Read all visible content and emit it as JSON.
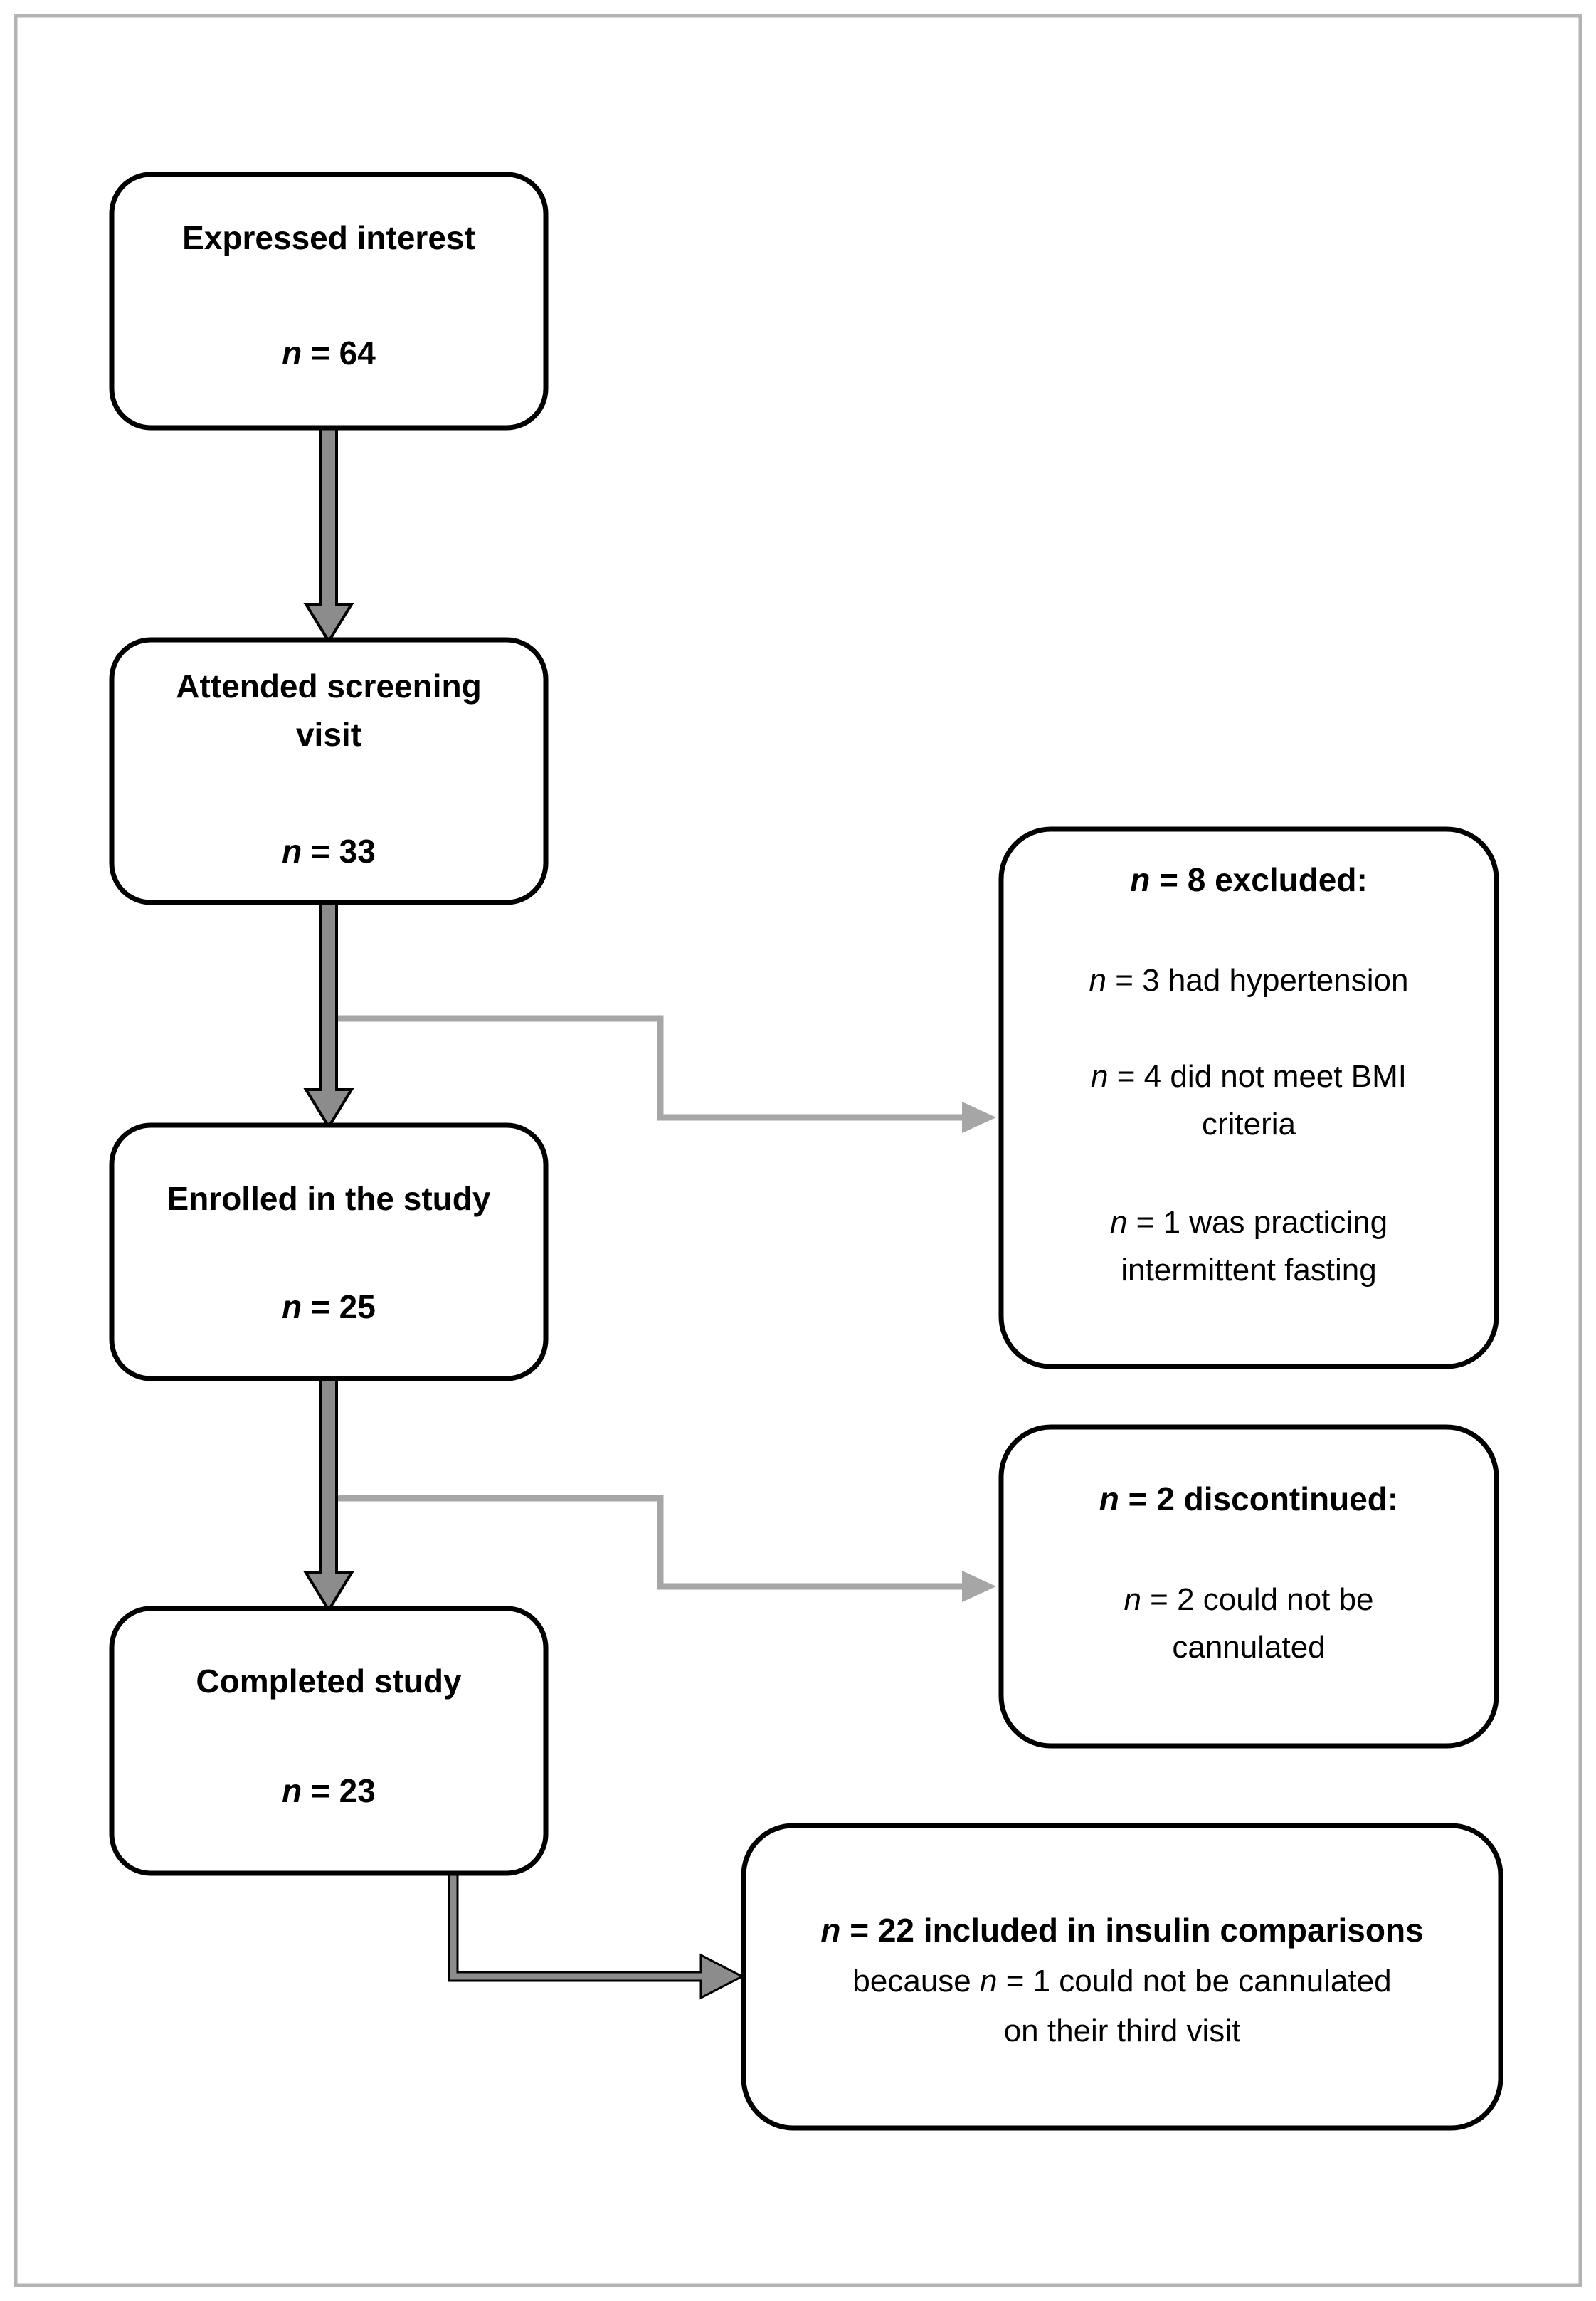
{
  "diagram": {
    "type": "participant-flow-chart",
    "colors": {
      "background": "#ffffff",
      "page_border": "#b3b3b3",
      "box_border": "#000000",
      "box_fill": "#ffffff",
      "text": "#000000",
      "main_arrow_fill": "#8c8c8c",
      "main_arrow_outline": "#000000",
      "branch_arrow": "#a6a6a6"
    },
    "boxes": {
      "expressed_interest": {
        "title": "Expressed interest",
        "n": "n",
        "value": " = 64"
      },
      "attended_screening": {
        "title_line1": "Attended screening",
        "title_line2": "visit",
        "n": "n",
        "value": " = 33"
      },
      "enrolled": {
        "title": "Enrolled in the study",
        "n": "n",
        "value": " = 25"
      },
      "completed": {
        "title": "Completed study",
        "n": "n",
        "value": " = 23"
      },
      "excluded": {
        "heading_n": "n",
        "heading": " = 8 excluded:",
        "item1_n": "n",
        "item1": " = 3 had hypertension",
        "item2_n": "n",
        "item2": " = 4 did not meet BMI",
        "item2_line2": "criteria",
        "item3_n": "n",
        "item3": " = 1 was practicing",
        "item3_line2": "intermittent fasting"
      },
      "discontinued": {
        "heading_n": "n",
        "heading": " = 2 discontinued:",
        "item1_n": "n",
        "item1": " = 2 could not be",
        "item1_line2": "cannulated"
      },
      "included_in_comparisons": {
        "line1_n": "n",
        "line1": " = 22 included in insulin comparisons",
        "line2_pre": "because ",
        "line2_n": "n",
        "line2_post": " = 1 could not be cannulated",
        "line3": "on their third visit"
      }
    }
  }
}
